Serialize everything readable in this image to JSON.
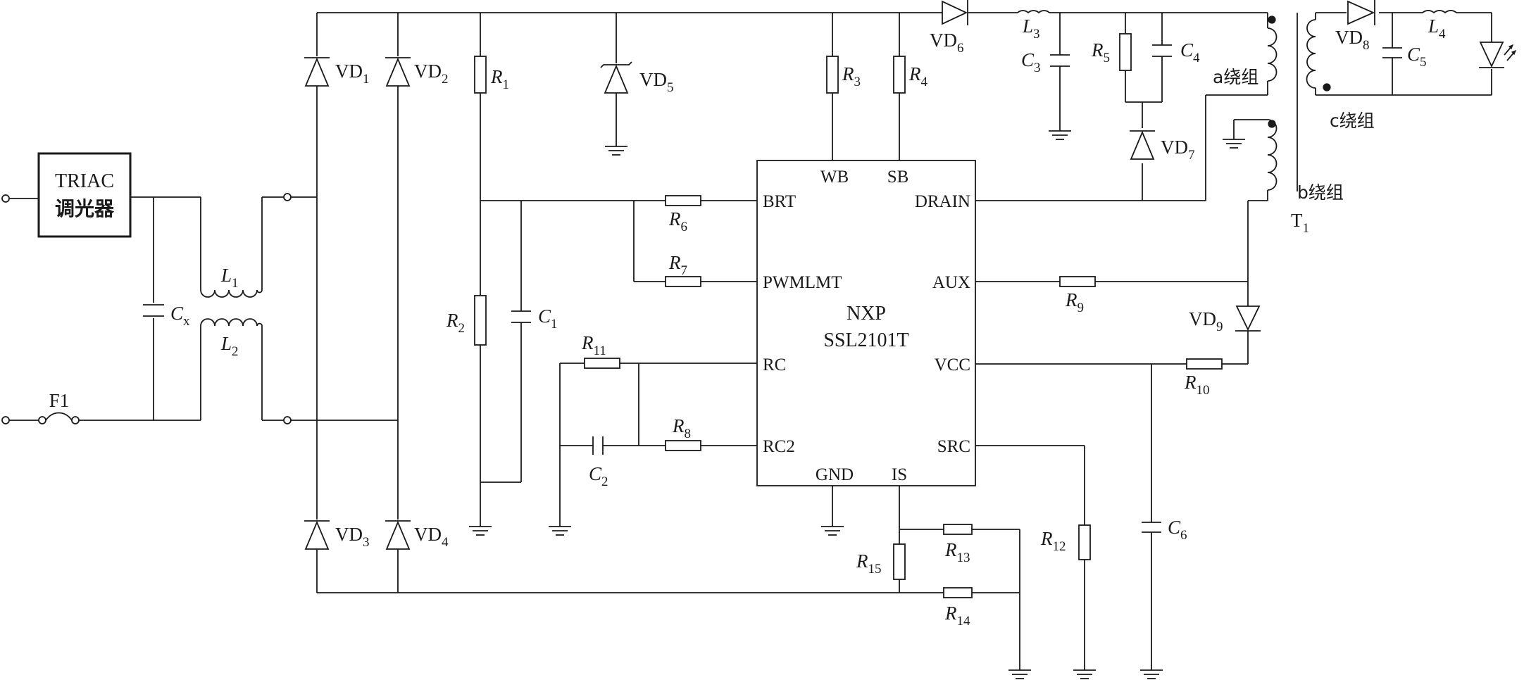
{
  "diagram": {
    "triac_block": {
      "line1": "TRIAC",
      "line2": "调光器"
    },
    "fuse": "F1",
    "ic": {
      "vendor": "NXP",
      "part": "SSL2101T",
      "pins": {
        "wb": "WB",
        "sb": "SB",
        "brt": "BRT",
        "drain": "DRAIN",
        "pwmlmt": "PWMLMT",
        "aux": "AUX",
        "rc": "RC",
        "vcc": "VCC",
        "rc2": "RC2",
        "src": "SRC",
        "gnd": "GND",
        "is": "IS"
      }
    },
    "transformer": {
      "name": "T",
      "name_sub": "1",
      "winding_a": "a绕组",
      "winding_b": "b绕组",
      "winding_c": "c绕组"
    },
    "components": {
      "cx": {
        "base": "C",
        "sub": "x"
      },
      "l1": {
        "base": "L",
        "sub": "1"
      },
      "l2": {
        "base": "L",
        "sub": "2"
      },
      "l3": {
        "base": "L",
        "sub": "3"
      },
      "l4": {
        "base": "L",
        "sub": "4"
      },
      "vd1": {
        "base": "VD",
        "sub": "1"
      },
      "vd2": {
        "base": "VD",
        "sub": "2"
      },
      "vd3": {
        "base": "VD",
        "sub": "3"
      },
      "vd4": {
        "base": "VD",
        "sub": "4"
      },
      "vd5": {
        "base": "VD",
        "sub": "5"
      },
      "vd6": {
        "base": "VD",
        "sub": "6"
      },
      "vd7": {
        "base": "VD",
        "sub": "7"
      },
      "vd8": {
        "base": "VD",
        "sub": "8"
      },
      "vd9": {
        "base": "VD",
        "sub": "9"
      },
      "r1": {
        "base": "R",
        "sub": "1"
      },
      "r2": {
        "base": "R",
        "sub": "2"
      },
      "r3": {
        "base": "R",
        "sub": "3"
      },
      "r4": {
        "base": "R",
        "sub": "4"
      },
      "r5": {
        "base": "R",
        "sub": "5"
      },
      "r6": {
        "base": "R",
        "sub": "6"
      },
      "r7": {
        "base": "R",
        "sub": "7"
      },
      "r8": {
        "base": "R",
        "sub": "8"
      },
      "r9": {
        "base": "R",
        "sub": "9"
      },
      "r10": {
        "base": "R",
        "sub": "10"
      },
      "r11": {
        "base": "R",
        "sub": "11"
      },
      "r12": {
        "base": "R",
        "sub": "12"
      },
      "r13": {
        "base": "R",
        "sub": "13"
      },
      "r14": {
        "base": "R",
        "sub": "14"
      },
      "r15": {
        "base": "R",
        "sub": "15"
      },
      "c1": {
        "base": "C",
        "sub": "1"
      },
      "c2": {
        "base": "C",
        "sub": "2"
      },
      "c3": {
        "base": "C",
        "sub": "3"
      },
      "c4": {
        "base": "C",
        "sub": "4"
      },
      "c5": {
        "base": "C",
        "sub": "5"
      },
      "c6": {
        "base": "C",
        "sub": "6"
      }
    }
  }
}
